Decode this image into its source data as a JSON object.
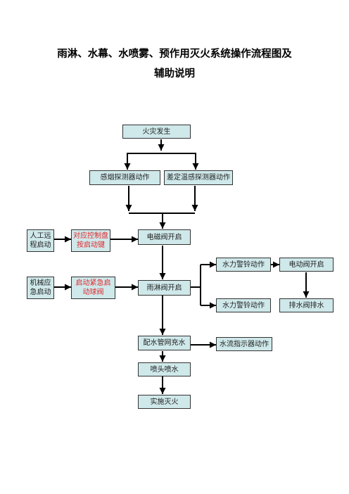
{
  "title": {
    "line1": "雨淋、水幕、水喷雾、预作用灭火系统操作流程图及",
    "line2": "辅助说明"
  },
  "nodes": {
    "fire": "火灾发生",
    "smoke_detector": "感烟探测器动作",
    "heat_detector": "差定温感探测器动作",
    "manual_remote_start": "人工远\n程启动",
    "control_panel_button": "对应控制盘\n按启动键",
    "solenoid_valve_open": "电磁阀开启",
    "mechanical_emergency_start": "机械应\n急启动",
    "emergency_ball_valve": "启动紧急启\n动球阀",
    "deluge_valve_open": "雨淋阀开启",
    "water_alarm_bell_1": "水力警铃动作",
    "electric_valve_open": "电动阀开启",
    "water_alarm_bell_2": "水力警铃动作",
    "drain_valve": "排水阀排水",
    "pipe_fill": "配水管网充水",
    "flow_indicator": "水流指示器动作",
    "sprinkler_spray": "喷头喷水",
    "extinguish": "实施灭火"
  },
  "colors": {
    "box_fill": "#cfe8ea",
    "highlight_text": "#e0282c"
  }
}
